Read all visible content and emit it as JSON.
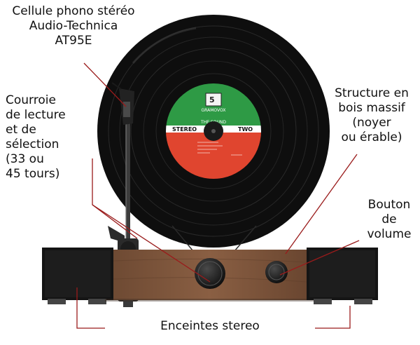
{
  "callouts": {
    "cartridge": "Cellule phono stéréo\nAudio-Technica\nAT95E",
    "belt": "Courroie\nde lecture\net de\nsélection\n(33 ou\n45 tours)",
    "structure": "Structure en\nbois massif\n(noyer\nou érable)",
    "volume": "Bouton\nde\nvolume",
    "speakers": "Enceintes stereo"
  },
  "record_label": {
    "brand": "GRAMOVOX",
    "title": "THE SOUND",
    "left_text": "STEREO",
    "right_text": "TWO"
  },
  "colors": {
    "leader_line": "#9a1b1b",
    "walnut": "#7a523a",
    "label_green": "#2e9a45",
    "label_red": "#e0452f",
    "vinyl": "#101010"
  }
}
